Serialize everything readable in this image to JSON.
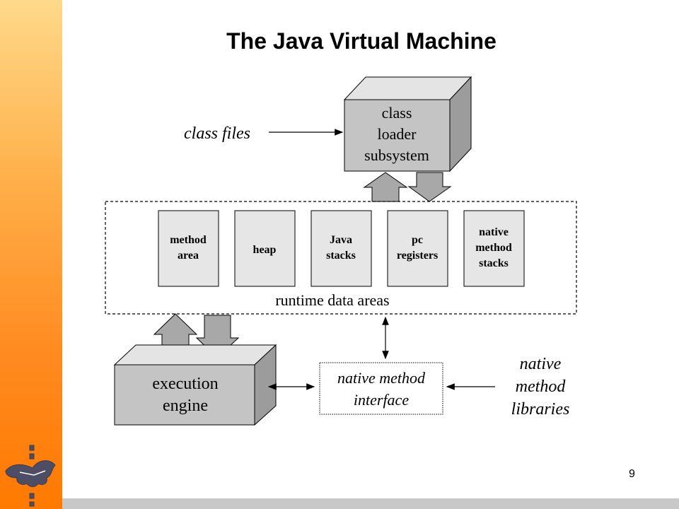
{
  "slide": {
    "title": "The Java Virtual Machine",
    "page_number": "9"
  },
  "diagram": {
    "class_loader": [
      "class",
      "loader",
      "subsystem"
    ],
    "class_files": "class files",
    "runtime_label": "runtime data areas",
    "areas": [
      [
        "method",
        "area"
      ],
      [
        "heap"
      ],
      [
        "Java",
        "stacks"
      ],
      [
        "pc",
        "registers"
      ],
      [
        "native",
        "method",
        "stacks"
      ]
    ],
    "execution_engine": [
      "execution",
      "engine"
    ],
    "native_interface": [
      "native method",
      "interface"
    ],
    "native_libraries": [
      "native",
      "method",
      "libraries"
    ]
  },
  "colors": {
    "box_face": "#c4c4c4",
    "box_top": "#e4e4e4",
    "box_side": "#9c9c9c",
    "area_fill": "#e6e6e6",
    "arrow_fill": "#a8a8a8",
    "side_band": "#ff8a1f"
  }
}
